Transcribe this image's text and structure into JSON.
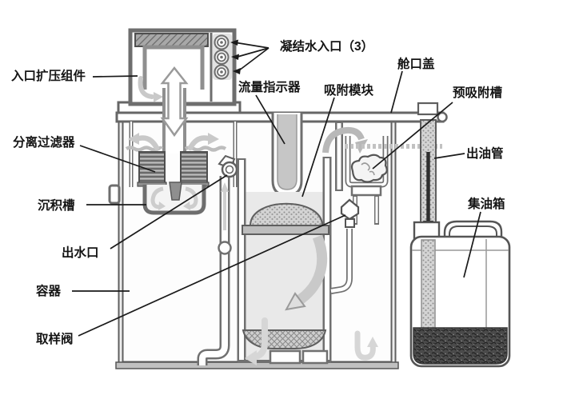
{
  "diagram": {
    "labels": {
      "inlet_diffuser": "入口扩压组件",
      "condensate_inlet": "凝结水入口（3）",
      "flow_indicator": "流量指示器",
      "adsorption_module": "吸附模块",
      "hatch_cover": "舱口盖",
      "pre_adsorption_tank": "预吸附槽",
      "separation_filter": "分离过滤器",
      "oil_outlet_pipe": "出油管",
      "sediment_tank": "沉积槽",
      "oil_collection_tank": "集油箱",
      "water_outlet": "出水口",
      "container": "容器",
      "sampling_valve": "取样阀"
    },
    "condensate_inlet_count": "3",
    "colors": {
      "background": "#ffffff",
      "outline": "#5f5f5f",
      "label_text": "#141414",
      "leader_line": "#1a1a1a",
      "light_fill": "#ececec",
      "mid_gray": "#c6c6c6",
      "filter_gray": "#9c9c9c",
      "oil_dark": "#4a4a4a"
    }
  }
}
